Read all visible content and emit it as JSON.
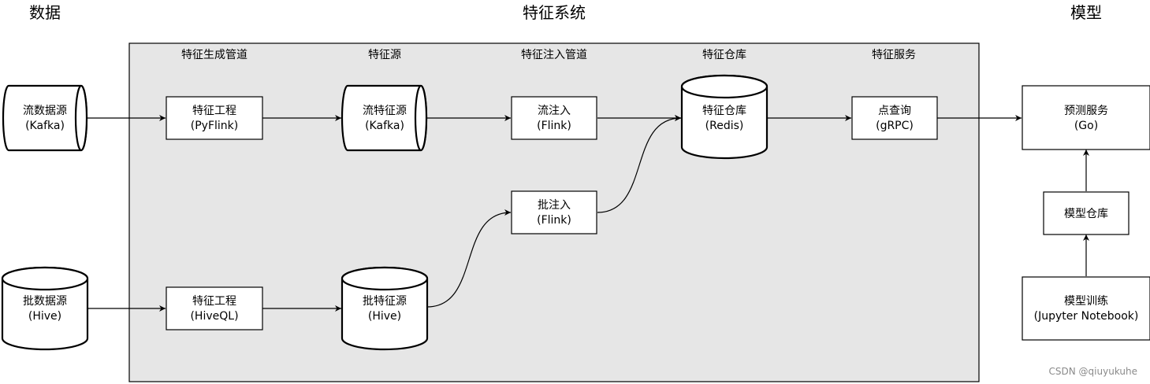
{
  "sections": {
    "data": "数据",
    "feature_system": "特征系统",
    "model": "模型"
  },
  "columns": {
    "generation_pipeline": "特征生成管道",
    "feature_source": "特征源",
    "injection_pipeline": "特征注入管道",
    "feature_store": "特征仓库",
    "feature_service": "特征服务"
  },
  "nodes": {
    "stream_source": {
      "line1": "流数据源",
      "line2": "(Kafka)"
    },
    "batch_source": {
      "line1": "批数据源",
      "line2": "(Hive)"
    },
    "fe_pyflink": {
      "line1": "特征工程",
      "line2": "(PyFlink)"
    },
    "fe_hiveql": {
      "line1": "特征工程",
      "line2": "(HiveQL)"
    },
    "stream_feature_source": {
      "line1": "流特征源",
      "line2": "(Kafka)"
    },
    "batch_feature_source": {
      "line1": "批特征源",
      "line2": "(Hive)"
    },
    "stream_inject": {
      "line1": "流注入",
      "line2": "(Flink)"
    },
    "batch_inject": {
      "line1": "批注入",
      "line2": "(Flink)"
    },
    "feature_store": {
      "line1": "特征仓库",
      "line2": "(Redis)"
    },
    "point_query": {
      "line1": "点查询",
      "line2": "(gRPC)"
    },
    "prediction_service": {
      "line1": "预测服务",
      "line2": "(Go)"
    },
    "model_repo": {
      "line1": "模型仓库"
    },
    "model_training": {
      "line1": "模型训练",
      "line2": "(Jupyter Notebook)"
    }
  },
  "watermark": "CSDN @qiuyukuhe"
}
